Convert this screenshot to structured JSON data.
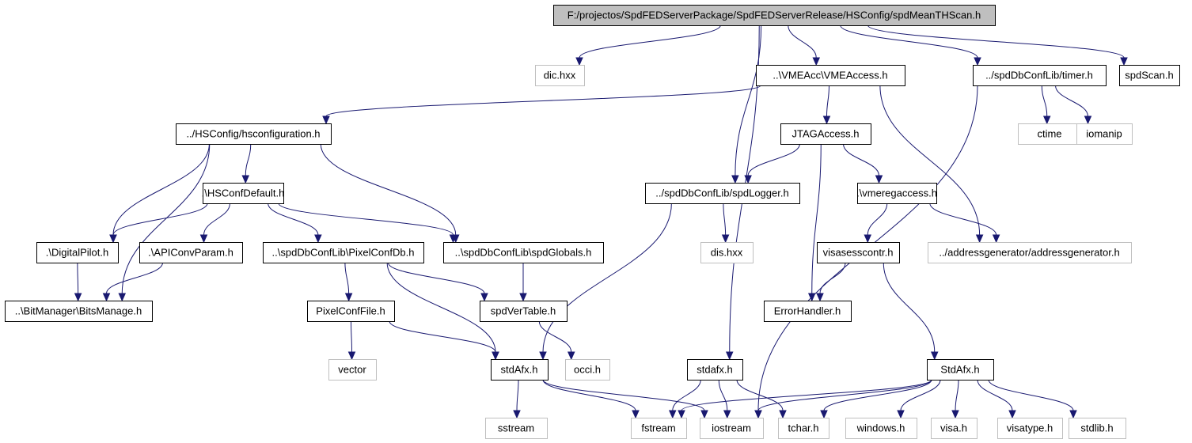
{
  "diagram": {
    "type": "include-dependency-graph",
    "colors": {
      "edge": "#191970",
      "root_fill": "#bfbfbf",
      "node_border": "#000000",
      "external_border": "#bfbfbf"
    },
    "nodes": [
      {
        "id": "n0",
        "label": "F:/projectos/SpdFEDServerPackage/SpdFEDServerRelease/HSConfig/spdMeanTHScan.h",
        "kind": "root"
      },
      {
        "id": "n1",
        "label": "dic.hxx",
        "kind": "external"
      },
      {
        "id": "n2",
        "label": "..\\VMEAcc\\VMEAccess.h",
        "kind": "file"
      },
      {
        "id": "n3",
        "label": "../spdDbConfLib/timer.h",
        "kind": "file"
      },
      {
        "id": "n4",
        "label": "spdScan.h",
        "kind": "file"
      },
      {
        "id": "n5",
        "label": "../HSConfig/hsconfiguration.h",
        "kind": "file"
      },
      {
        "id": "n6",
        "label": "JTAGAccess.h",
        "kind": "file"
      },
      {
        "id": "n7",
        "label": "ctime",
        "kind": "external"
      },
      {
        "id": "n8",
        "label": "iomanip",
        "kind": "external"
      },
      {
        "id": "n9",
        "label": ".\\HSConfDefault.h",
        "kind": "file"
      },
      {
        "id": "n10",
        "label": "../spdDbConfLib/spdLogger.h",
        "kind": "file"
      },
      {
        "id": "n11",
        "label": ".\\vmeregaccess.h",
        "kind": "file"
      },
      {
        "id": "n12",
        "label": ".\\DigitalPilot.h",
        "kind": "file"
      },
      {
        "id": "n13",
        "label": ".\\APIConvParam.h",
        "kind": "file"
      },
      {
        "id": "n14",
        "label": "..\\spdDbConfLib\\PixelConfDb.h",
        "kind": "file"
      },
      {
        "id": "n15",
        "label": "..\\spdDbConfLib\\spdGlobals.h",
        "kind": "file"
      },
      {
        "id": "n16",
        "label": "dis.hxx",
        "kind": "external"
      },
      {
        "id": "n17",
        "label": "visasesscontr.h",
        "kind": "file"
      },
      {
        "id": "n18",
        "label": "../addressgenerator/addressgenerator.h",
        "kind": "external"
      },
      {
        "id": "n19",
        "label": "..\\BitManager\\BitsManage.h",
        "kind": "file"
      },
      {
        "id": "n20",
        "label": "PixelConfFile.h",
        "kind": "file"
      },
      {
        "id": "n21",
        "label": "spdVerTable.h",
        "kind": "file"
      },
      {
        "id": "n22",
        "label": "ErrorHandler.h",
        "kind": "file"
      },
      {
        "id": "n23",
        "label": "vector",
        "kind": "external"
      },
      {
        "id": "n24",
        "label": "stdAfx.h",
        "kind": "file"
      },
      {
        "id": "n25",
        "label": "occi.h",
        "kind": "external"
      },
      {
        "id": "n26",
        "label": "stdafx.h",
        "kind": "file"
      },
      {
        "id": "n27",
        "label": "StdAfx.h",
        "kind": "file"
      },
      {
        "id": "n28",
        "label": "sstream",
        "kind": "external"
      },
      {
        "id": "n29",
        "label": "fstream",
        "kind": "external"
      },
      {
        "id": "n30",
        "label": "iostream",
        "kind": "external"
      },
      {
        "id": "n31",
        "label": "tchar.h",
        "kind": "external"
      },
      {
        "id": "n32",
        "label": "windows.h",
        "kind": "external"
      },
      {
        "id": "n33",
        "label": "visa.h",
        "kind": "external"
      },
      {
        "id": "n34",
        "label": "visatype.h",
        "kind": "external"
      },
      {
        "id": "n35",
        "label": "stdlib.h",
        "kind": "external"
      }
    ],
    "edges": [
      [
        "n0",
        "n1"
      ],
      [
        "n0",
        "n2"
      ],
      [
        "n0",
        "n3"
      ],
      [
        "n0",
        "n4"
      ],
      [
        "n0",
        "n10"
      ],
      [
        "n0",
        "n26"
      ],
      [
        "n2",
        "n5"
      ],
      [
        "n2",
        "n6"
      ],
      [
        "n2",
        "n18"
      ],
      [
        "n3",
        "n7"
      ],
      [
        "n3",
        "n8"
      ],
      [
        "n3",
        "n30"
      ],
      [
        "n5",
        "n9"
      ],
      [
        "n5",
        "n12"
      ],
      [
        "n5",
        "n15"
      ],
      [
        "n5",
        "n19"
      ],
      [
        "n6",
        "n10"
      ],
      [
        "n6",
        "n11"
      ],
      [
        "n6",
        "n22"
      ],
      [
        "n9",
        "n12"
      ],
      [
        "n9",
        "n13"
      ],
      [
        "n9",
        "n14"
      ],
      [
        "n9",
        "n15"
      ],
      [
        "n10",
        "n16"
      ],
      [
        "n10",
        "n24"
      ],
      [
        "n11",
        "n17"
      ],
      [
        "n11",
        "n18"
      ],
      [
        "n12",
        "n19"
      ],
      [
        "n13",
        "n19"
      ],
      [
        "n14",
        "n20"
      ],
      [
        "n14",
        "n21"
      ],
      [
        "n14",
        "n24"
      ],
      [
        "n15",
        "n21"
      ],
      [
        "n17",
        "n22"
      ],
      [
        "n17",
        "n27"
      ],
      [
        "n20",
        "n23"
      ],
      [
        "n20",
        "n24"
      ],
      [
        "n21",
        "n25"
      ],
      [
        "n24",
        "n28"
      ],
      [
        "n24",
        "n29"
      ],
      [
        "n24",
        "n30"
      ],
      [
        "n26",
        "n29"
      ],
      [
        "n26",
        "n30"
      ],
      [
        "n26",
        "n31"
      ],
      [
        "n27",
        "n29"
      ],
      [
        "n27",
        "n30"
      ],
      [
        "n27",
        "n31"
      ],
      [
        "n27",
        "n32"
      ],
      [
        "n27",
        "n33"
      ],
      [
        "n27",
        "n34"
      ],
      [
        "n27",
        "n35"
      ]
    ]
  }
}
